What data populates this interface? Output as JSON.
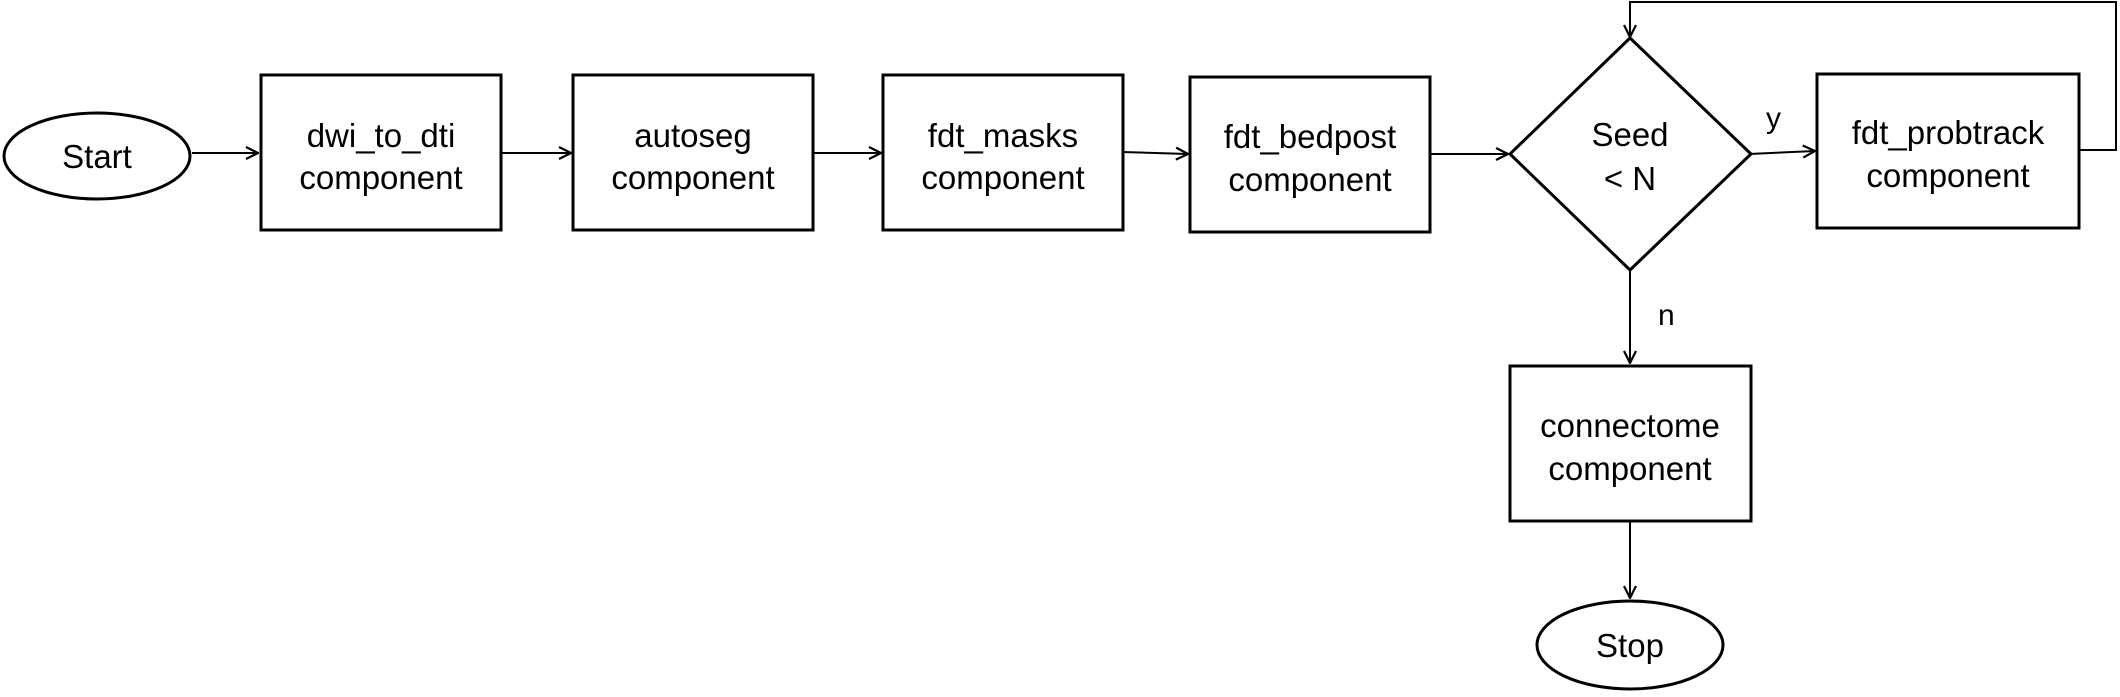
{
  "diagram": {
    "nodes": {
      "start": {
        "label": "Start"
      },
      "dwi_to_dti": {
        "line1": "dwi_to_dti",
        "line2": "component"
      },
      "autoseg": {
        "line1": "autoseg",
        "line2": "component"
      },
      "fdt_masks": {
        "line1": "fdt_masks",
        "line2": "component"
      },
      "fdt_bedpost": {
        "line1": "fdt_bedpost",
        "line2": "component"
      },
      "seed_decision": {
        "line1": "Seed",
        "line2": "< N"
      },
      "fdt_probtrack": {
        "line1": "fdt_probtrack",
        "line2": "component"
      },
      "connectome": {
        "line1": "connectome",
        "line2": "component"
      },
      "stop": {
        "label": "Stop"
      }
    },
    "edge_labels": {
      "yes": "y",
      "no": "n"
    },
    "colors": {
      "stroke": "#000000",
      "fill": "#ffffff"
    }
  }
}
